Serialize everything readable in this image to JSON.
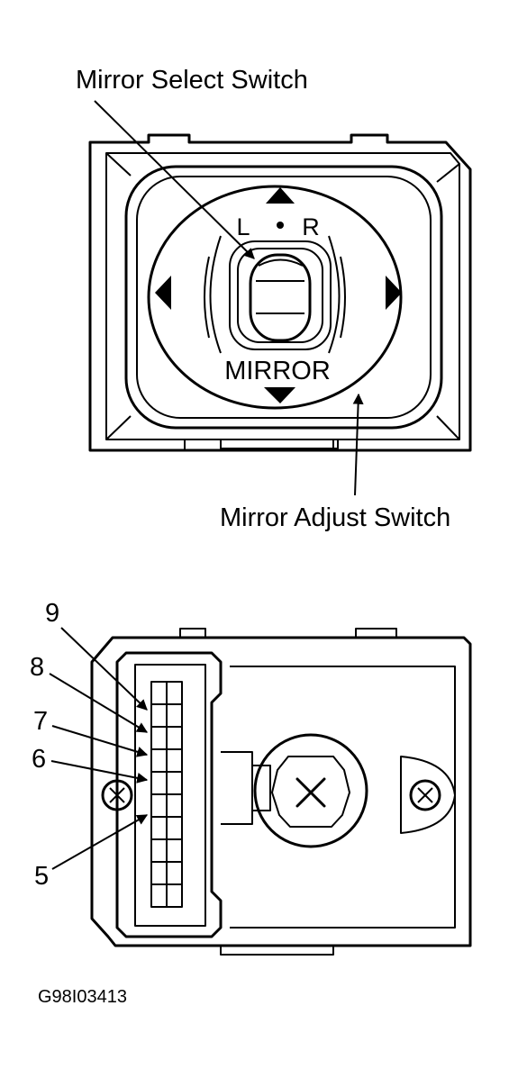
{
  "switch_face": {
    "labels": {
      "mirror_select": "Mirror Select Switch",
      "mirror_adjust": "Mirror Adjust Switch"
    },
    "face_text": {
      "left": "L",
      "right": "R",
      "mirror": "MIRROR"
    }
  },
  "connector": {
    "pin_labels": [
      "9",
      "8",
      "7",
      "6",
      "5"
    ]
  },
  "figure_code": "G98I03413"
}
